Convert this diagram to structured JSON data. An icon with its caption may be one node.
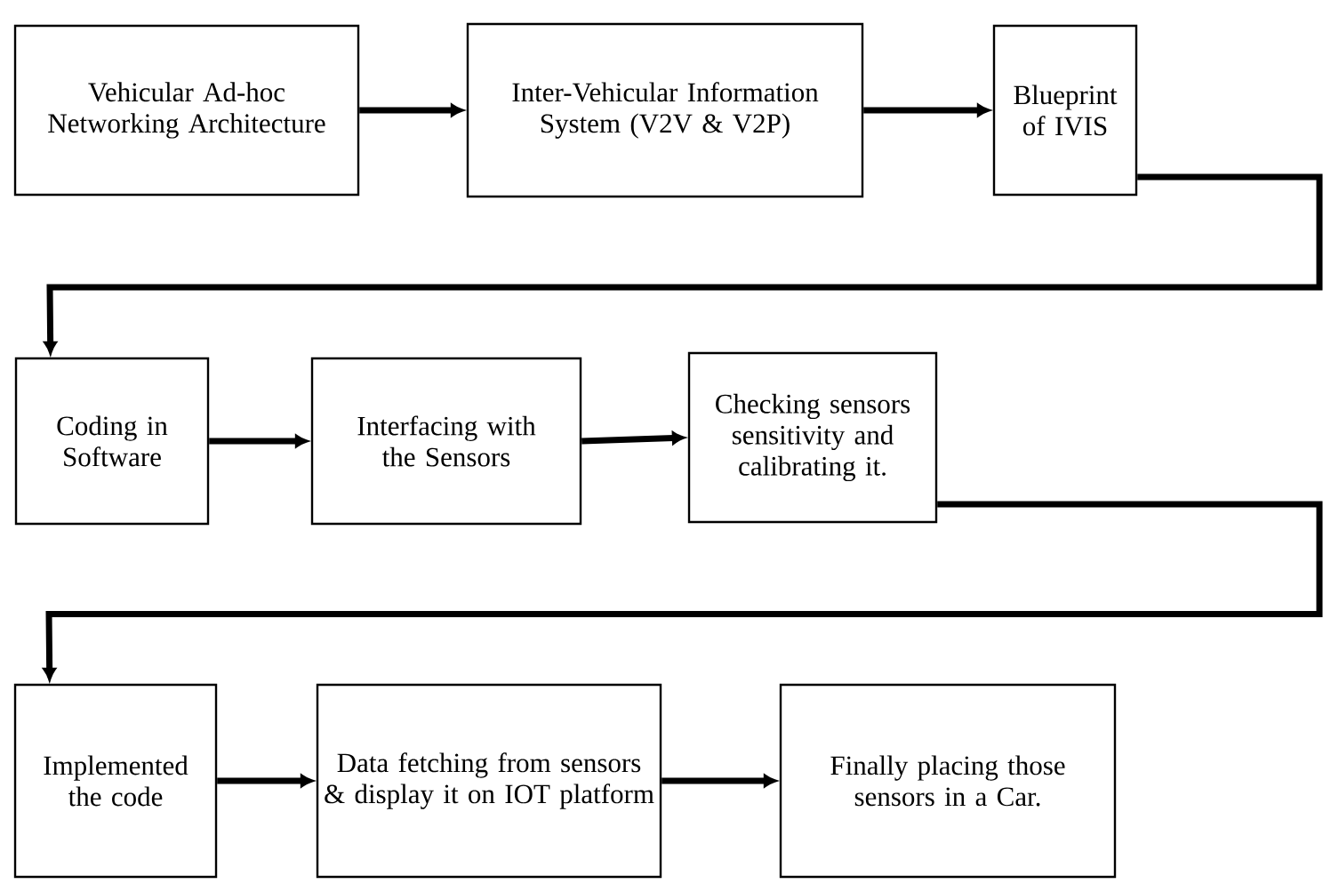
{
  "diagram": {
    "nodes": [
      {
        "text": [
          "Vehicular Ad-hoc Networking Architecture"
        ]
      },
      {
        "text": [
          "Inter-Vehicular Information System (V2V & V2P)"
        ]
      },
      {
        "text": [
          "Blueprint of IVIS"
        ]
      },
      {
        "text": [
          "Coding in Software"
        ]
      },
      {
        "text": [
          "Interfacing with the Sensors"
        ]
      },
      {
        "text": [
          "Checking sensors sensitivity and calibrating it."
        ]
      },
      {
        "text": [
          "Implemented the code"
        ]
      },
      {
        "text": [
          "Data fetching from sensors & display it on IOT platform"
        ]
      },
      {
        "text": [
          "Finally placing those sensors in a Car."
        ]
      }
    ],
    "edges": [
      {
        "from": 0,
        "to": 1,
        "arrow": "to"
      },
      {
        "from": 1,
        "to": 2,
        "arrow": "to"
      },
      {
        "from": 2,
        "to": 3,
        "arrow": "to"
      },
      {
        "from": 3,
        "to": 4,
        "arrow": "to"
      },
      {
        "from": 4,
        "to": 5,
        "arrow": "to"
      },
      {
        "from": 5,
        "to": 6,
        "arrow": "to"
      },
      {
        "from": 6,
        "to": 7,
        "arrow": "to"
      },
      {
        "from": 7,
        "to": 8,
        "arrow": "to"
      }
    ]
  }
}
